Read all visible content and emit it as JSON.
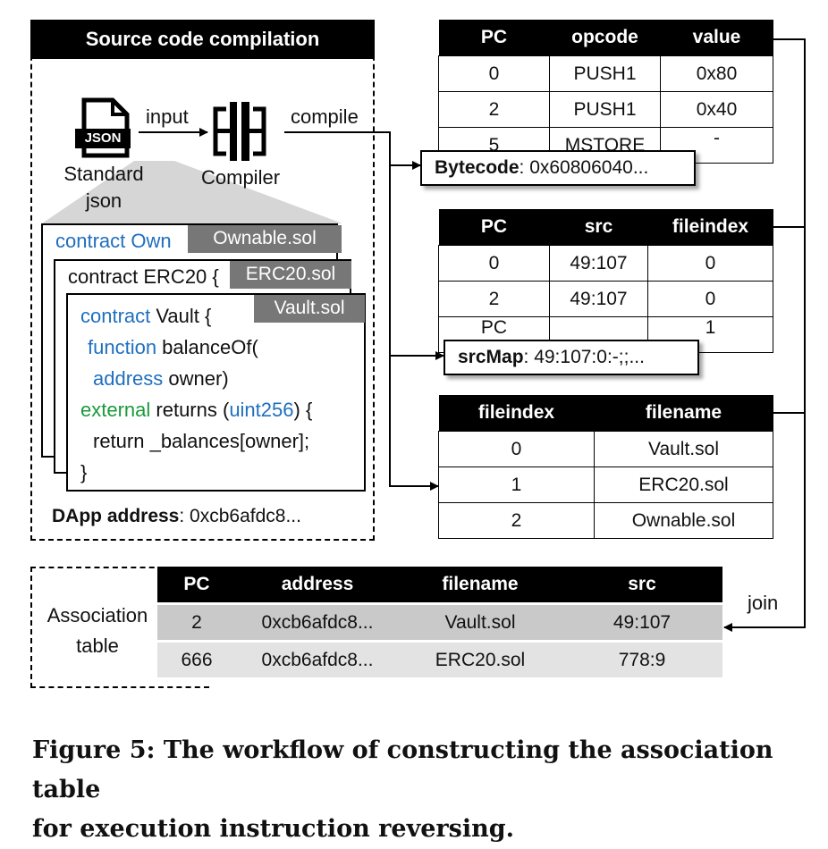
{
  "source_section": {
    "title": "Source code compilation",
    "standard_json_label": "Standard\njson",
    "json_badge": "JSON",
    "input_label": "input",
    "compiler_label": "Compiler",
    "compile_label": "compile",
    "files": [
      {
        "tag": "Ownable.sol",
        "first_line": "contract Own"
      },
      {
        "tag": "ERC20.sol",
        "first_line": "contract ERC20 {"
      },
      {
        "tag": "Vault.sol"
      }
    ],
    "code": {
      "l1_kw": "contract",
      "l1_rest": " Vault {",
      "l2_kw": "function",
      "l2_rest": " balanceOf(",
      "l3_kw": "address",
      "l3_rest": " owner)",
      "l4_kw": "external",
      "l4_mid": " returns (",
      "l4_type": "uint256",
      "l4_rest": ") {",
      "l5": "return _balances[owner];",
      "l6": "}"
    },
    "dapp_label": "DApp address",
    "dapp_value": ": 0xcb6afdc8..."
  },
  "bytecode_table": {
    "headers": [
      "PC",
      "opcode",
      "value"
    ],
    "rows": [
      [
        "0",
        "PUSH1",
        "0x80"
      ],
      [
        "2",
        "PUSH1",
        "0x40"
      ]
    ],
    "partial_row": [
      "5",
      "MSTORE",
      "-"
    ]
  },
  "bytecode_callout": {
    "label": "Bytecode",
    "value": ": 0x60806040..."
  },
  "srcmap_table": {
    "headers": [
      "PC",
      "src",
      "fileindex"
    ],
    "rows": [
      [
        "0",
        "49:107",
        "0"
      ],
      [
        "2",
        "49:107",
        "0"
      ]
    ],
    "partial_row": [
      "PC",
      "",
      "1"
    ]
  },
  "srcmap_callout": {
    "label": "srcMap",
    "value": ": 49:107:0:-;;..."
  },
  "file_table": {
    "headers": [
      "fileindex",
      "filename"
    ],
    "rows": [
      [
        "0",
        "Vault.sol"
      ],
      [
        "1",
        "ERC20.sol"
      ],
      [
        "2",
        "Ownable.sol"
      ]
    ]
  },
  "association": {
    "label_line1": "Association",
    "label_line2": "table",
    "headers": [
      "PC",
      "address",
      "filename",
      "src"
    ],
    "rows": [
      [
        "2",
        "0xcb6afdc8...",
        "Vault.sol",
        "49:107"
      ],
      [
        "666",
        "0xcb6afdc8...",
        "ERC20.sol",
        "778:9"
      ]
    ],
    "join_label": "join"
  },
  "caption": {
    "line1": "Figure 5: The workflow of constructing the association table",
    "line2": "for execution instruction reversing."
  }
}
